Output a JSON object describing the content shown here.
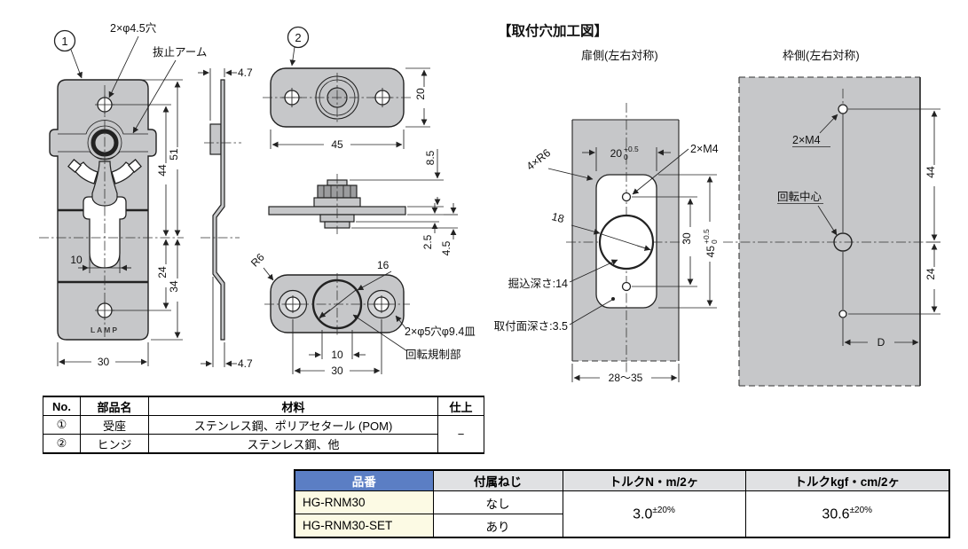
{
  "front_view": {
    "callout": "1",
    "hole_label": "2×φ4.5穴",
    "arm_label": "抜止アーム",
    "logo": "LAMP",
    "d44": "44",
    "d51": "51",
    "d24": "24",
    "d34": "34",
    "d10": "10",
    "d30": "30"
  },
  "side_view": {
    "d47_top": "4.7",
    "d47_bottom": "4.7",
    "r6": "R6"
  },
  "hinge_top_view": {
    "callout": "2",
    "d45": "45",
    "d20": "20"
  },
  "hinge_profile_view": {
    "d85": "8.5",
    "d25": "2.5",
    "d45": "4.5"
  },
  "hinge_bottom_view": {
    "d16": "16",
    "d10": "10",
    "d30": "30",
    "counterbore_label": "2×φ5穴φ9.4皿",
    "rotation_limit_label": "回転規制部"
  },
  "mounting": {
    "title": "【取付穴加工図】",
    "door": {
      "caption": "扉側(左右対称)",
      "r6": "4×R6",
      "m4": "2×M4",
      "d18": "18",
      "d30": "30",
      "d20": "20",
      "d20_sup": "+0.5",
      "d20_sub": "0",
      "d45": "45",
      "d45_sup": "+0.5",
      "d45_sub": "0",
      "depth_mortise": "掘込深さ:14",
      "depth_face": "取付面深さ:3.5",
      "range": "28〜35"
    },
    "frame": {
      "caption": "枠側(左右対称)",
      "m4": "2×M4",
      "center_label": "回転中心",
      "d44": "44",
      "d24": "24",
      "dd": "D"
    }
  },
  "parts_table": {
    "h_no": "No.",
    "h_name": "部品名",
    "h_material": "材料",
    "h_finish": "仕上",
    "r1_no": "①",
    "r1_name": "受座",
    "r1_material": "ステンレス鋼、ポリアセタール (POM)",
    "r2_no": "②",
    "r2_name": "ヒンジ",
    "r2_material": "ステンレス鋼、他",
    "finish": "−"
  },
  "spec_table": {
    "h_model": "品番",
    "h_screw": "付属ねじ",
    "h_torque_nm": "トルクN・m/2ヶ",
    "h_torque_kgf": "トルクkgf・cm/2ヶ",
    "r1_model": "HG-RNM30",
    "r1_screw": "なし",
    "r2_model": "HG-RNM30-SET",
    "r2_screw": "あり",
    "torque_nm": "3.0",
    "torque_nm_tol": "±20%",
    "torque_kgf": "30.6",
    "torque_kgf_tol": "±20%"
  }
}
